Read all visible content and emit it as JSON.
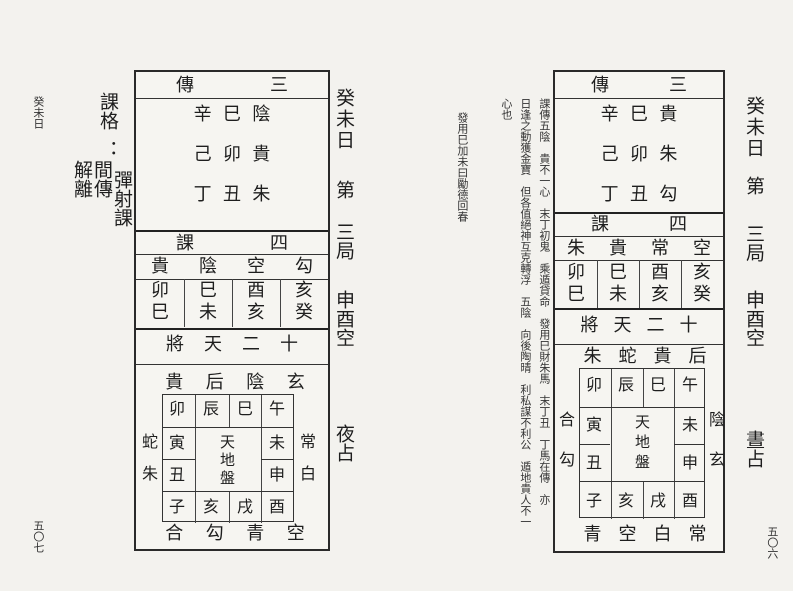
{
  "left_page": {
    "day_label": "癸未日",
    "page_no": "五〇七",
    "ke_ge": "課格",
    "ge_items": [
      "彈射課",
      "間傳",
      "解離"
    ],
    "chuan_title": [
      "傳",
      "三"
    ],
    "chuan": [
      [
        "辛",
        "巳",
        "陰"
      ],
      [
        "己",
        "卯",
        "貴"
      ],
      [
        "丁",
        "丑",
        "朱"
      ]
    ],
    "ke_title": [
      "課",
      "四"
    ],
    "ke_rows": [
      [
        "貴",
        "陰",
        "空",
        "勾"
      ],
      [
        "卯",
        "巳",
        "酉",
        "亥"
      ],
      [
        "巳",
        "未",
        "亥",
        "癸"
      ]
    ],
    "jiang_title": [
      "將",
      "天",
      "二",
      "十"
    ],
    "heaven_top": [
      "貴",
      "后",
      "陰",
      "玄"
    ],
    "grid_top": [
      "卯",
      "辰",
      "巳",
      "午"
    ],
    "grid_left": [
      "寅",
      "丑"
    ],
    "grid_right": [
      "未",
      "申"
    ],
    "grid_bottom": [
      "子",
      "亥",
      "戌",
      "酉"
    ],
    "heaven_left": [
      "蛇",
      "朱"
    ],
    "heaven_right": [
      "常",
      "白"
    ],
    "heaven_bottom": [
      "合",
      "勾",
      "青",
      "空"
    ],
    "center": [
      "天",
      "地",
      "盤"
    ],
    "side_col": [
      "癸未日",
      "第",
      "三局",
      "申酉空",
      "夜占"
    ]
  },
  "right_page": {
    "page_no": "五〇六",
    "chuan_title": [
      "傳",
      "三"
    ],
    "chuan": [
      [
        "辛",
        "巳",
        "貴"
      ],
      [
        "己",
        "卯",
        "朱"
      ],
      [
        "丁",
        "丑",
        "勾"
      ]
    ],
    "ke_title": [
      "課",
      "四"
    ],
    "ke_rows": [
      [
        "朱",
        "貴",
        "常",
        "空"
      ],
      [
        "卯",
        "巳",
        "酉",
        "亥"
      ],
      [
        "巳",
        "未",
        "亥",
        "癸"
      ]
    ],
    "jiang_title": [
      "將",
      "天",
      "二",
      "十"
    ],
    "heaven_top": [
      "朱",
      "蛇",
      "貴",
      "后"
    ],
    "grid_top": [
      "卯",
      "辰",
      "巳",
      "午"
    ],
    "grid_left": [
      "寅",
      "丑"
    ],
    "grid_right": [
      "未",
      "申"
    ],
    "grid_bottom": [
      "子",
      "亥",
      "戌",
      "酉"
    ],
    "heaven_left": [
      "合",
      "勾"
    ],
    "heaven_right": [
      "陰",
      "玄"
    ],
    "heaven_bottom": [
      "青",
      "空",
      "白",
      "常"
    ],
    "center": [
      "天",
      "地",
      "盤"
    ],
    "side_col": [
      "癸未日",
      "第",
      "三局",
      "申酉空",
      "晝占"
    ],
    "commentary": [
      "發用巳加未曰勵德回春",
      "課傳五陰　貴不一心　末丁初鬼　乘遁貸命　發用巳財朱馬　末丁丑　丁馬在傳　亦",
      "日逢之動獲金寶　但各值絕神互克轉浮　五陰　向後陶晴　利私謀不利公　遁地貴人不一",
      "心也"
    ]
  }
}
